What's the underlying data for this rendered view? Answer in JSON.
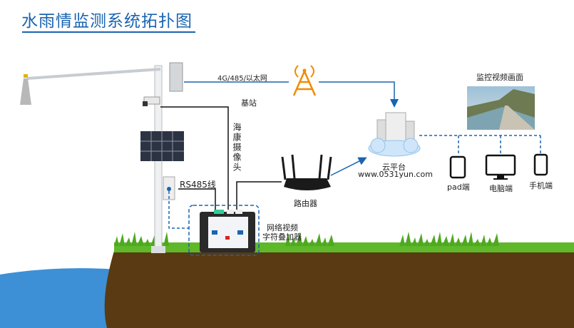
{
  "title": "水雨情监测系统拓扑图",
  "labels": {
    "network": "4G/485/以太网",
    "base_station": "基站",
    "camera": "海康摄像头",
    "rs485": "RS485线",
    "router": "路由器",
    "overlay_line1": "网络视频",
    "overlay_line2": "字符叠加器",
    "cloud": "云平台",
    "url": "www.0531yun.com",
    "video": "监控视频画面",
    "pad": "pad端",
    "pc": "电脑端",
    "phone": "手机端"
  },
  "colors": {
    "accent": "#1a64b0",
    "ground": "#5a3a12",
    "grass": "#5fb82a",
    "water": "#3d8fd6"
  }
}
